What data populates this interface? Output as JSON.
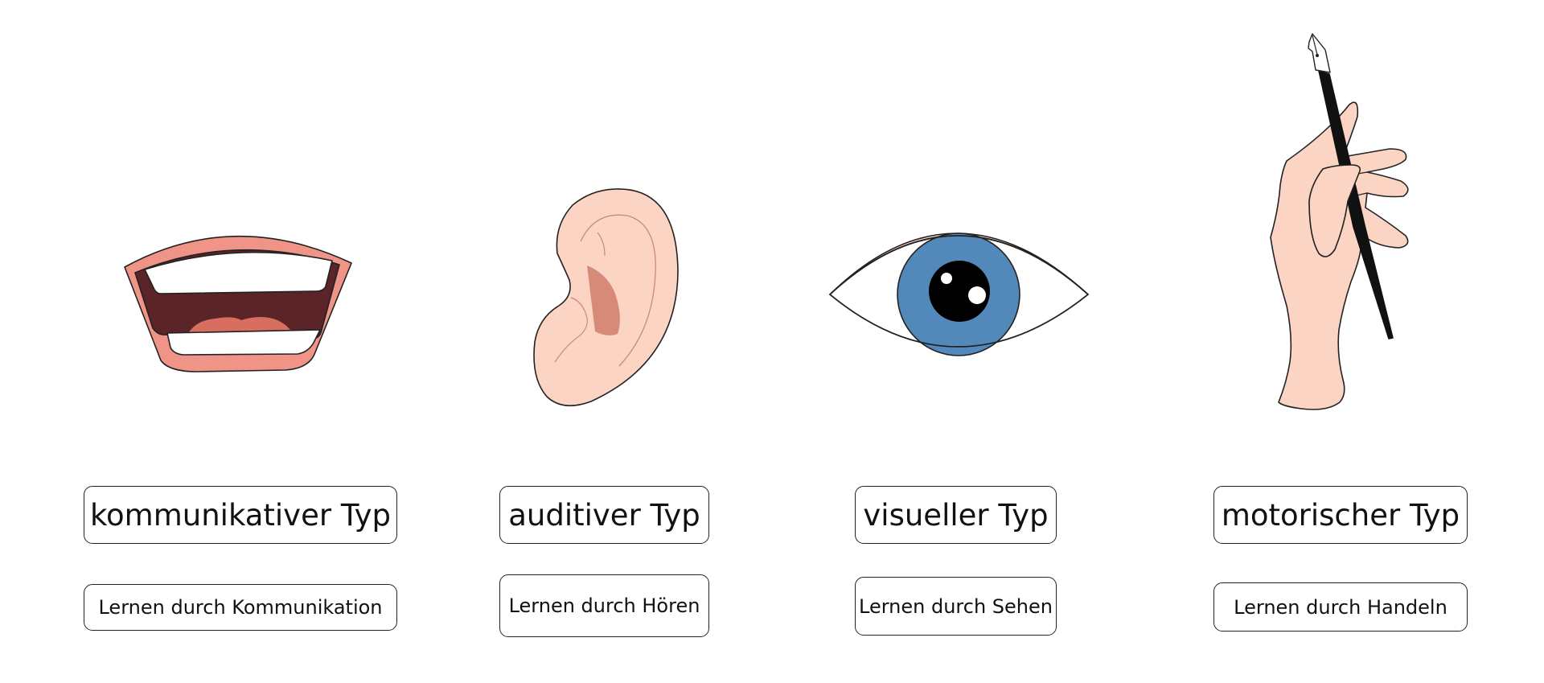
{
  "columns": [
    {
      "icon": "mouth-icon",
      "type_label": "kommunikativer Typ",
      "description": "Lernen durch Kommunikation"
    },
    {
      "icon": "ear-icon",
      "type_label": "auditiver Typ",
      "description": "Lernen durch Hören"
    },
    {
      "icon": "eye-icon",
      "type_label": "visueller Typ",
      "description": "Lernen durch Sehen"
    },
    {
      "icon": "hand-with-pen-icon",
      "type_label": "motorischer Typ",
      "description": "Lernen durch Handeln"
    }
  ],
  "colors": {
    "skin": "#FCD4C4",
    "lips": "#F09488",
    "mouth_interior": "#5A2428",
    "tongue": "#D86E60",
    "iris": "#5288BA",
    "ear_inner": "#D88A78",
    "outline": "#222222"
  }
}
